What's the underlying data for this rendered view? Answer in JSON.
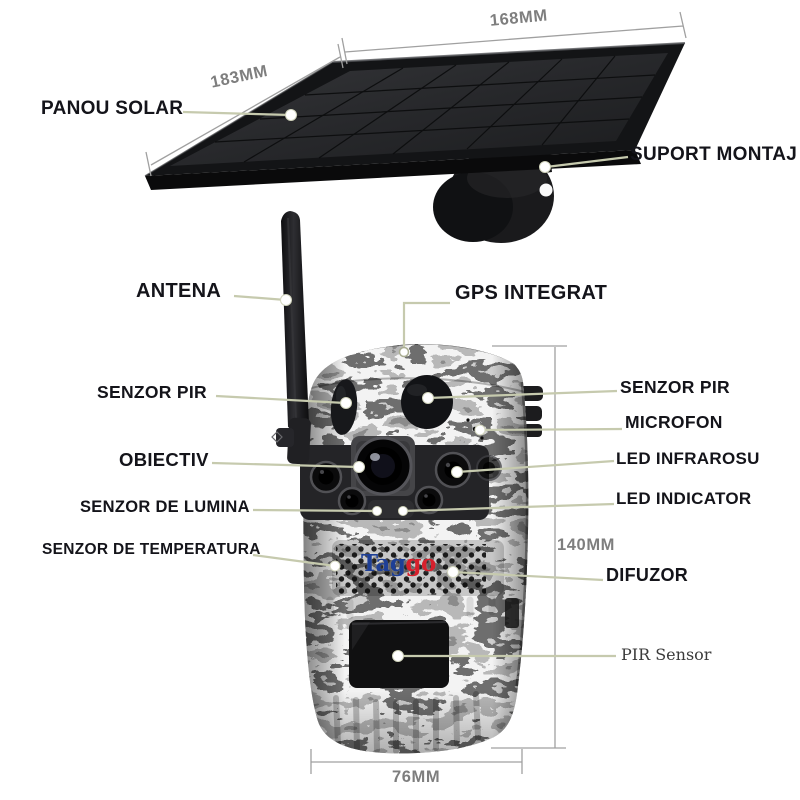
{
  "page": {
    "type": "product-annotation-diagram",
    "subject": "solar trail camera",
    "language": "Romanian",
    "background": "#ffffff"
  },
  "callouts": {
    "panou_solar": "PANOU SOLAR",
    "suport_montaj": "SUPORT MONTAJ",
    "antena": "ANTENA",
    "gps_integrat": "GPS INTEGRAT",
    "senzor_pir_left": "SENZOR PIR",
    "senzor_pir_right": "SENZOR PIR",
    "microfon": "MICROFON",
    "obiectiv": "OBIECTIV",
    "led_infrarosu": "LED INFRAROSU",
    "senzor_de_lumina": "SENZOR DE LUMINA",
    "led_indicator": "LED INDICATOR",
    "senzor_de_temperatura": "SENZOR DE TEMPERATURA",
    "difuzor": "DIFUZOR",
    "pir_sensor": "PIR Sensor"
  },
  "dimensions": {
    "panel_width": "168MM",
    "panel_depth": "183MM",
    "camera_height": "140MM",
    "camera_width": "76MM"
  },
  "logo": {
    "text_blue": "Tag",
    "text_red": "go"
  },
  "colors": {
    "label_text": "#14141a",
    "dimension_text": "#7e7e7e",
    "leader_line": "#c6caae",
    "leader_dot": "#ffffff",
    "logo_blue": "#1e3f96",
    "logo_red": "#d7202c",
    "panel_body": "#1a1b1d",
    "camera_base": "#adadab"
  }
}
